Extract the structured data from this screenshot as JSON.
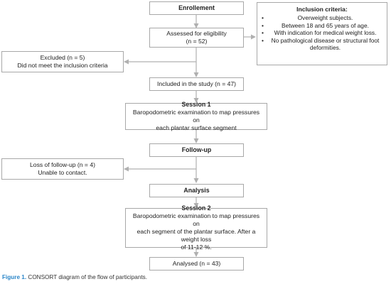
{
  "nodes": {
    "enrollment": {
      "label": "Enrollement"
    },
    "assessed": {
      "lines": [
        "Assessed for eligibility",
        "(n = 52)"
      ]
    },
    "inclusion": {
      "title": "Inclusion criteria:",
      "items": [
        "Overweight subjects.",
        "Between 18 and 65 years of age.",
        "With indication for medical weight loss.",
        "No pathological disease or structural foot deformities."
      ]
    },
    "excluded": {
      "lines": [
        "Excluded (n = 5)",
        "Did not meet the inclusion criteria"
      ]
    },
    "included": {
      "label": "Included in the study (n = 47)"
    },
    "session1": {
      "title": "Session 1",
      "lines": [
        "Baropodometric examination to map pressures on",
        "each plantar surface segment"
      ]
    },
    "followup": {
      "label": "Follow-up"
    },
    "loss": {
      "lines": [
        "Loss of follow-up (n = 4)",
        "Unable to contact."
      ]
    },
    "analysis": {
      "label": "Analysis"
    },
    "session2": {
      "title": "Session 2",
      "lines": [
        "Baropodometric examination to map pressures on",
        "each segment of the plantar surface. After a weight loss",
        "of 11-12 %."
      ]
    },
    "analysed": {
      "label": "Analysed (n = 43)"
    }
  },
  "caption": {
    "figure_label": "Figure 1.",
    "text": " CONSORT diagram of the flow of participants."
  },
  "colors": {
    "box_border": "#a8a8a8",
    "arrow": "#b0b0b0",
    "caption_label": "#2b86c9"
  }
}
